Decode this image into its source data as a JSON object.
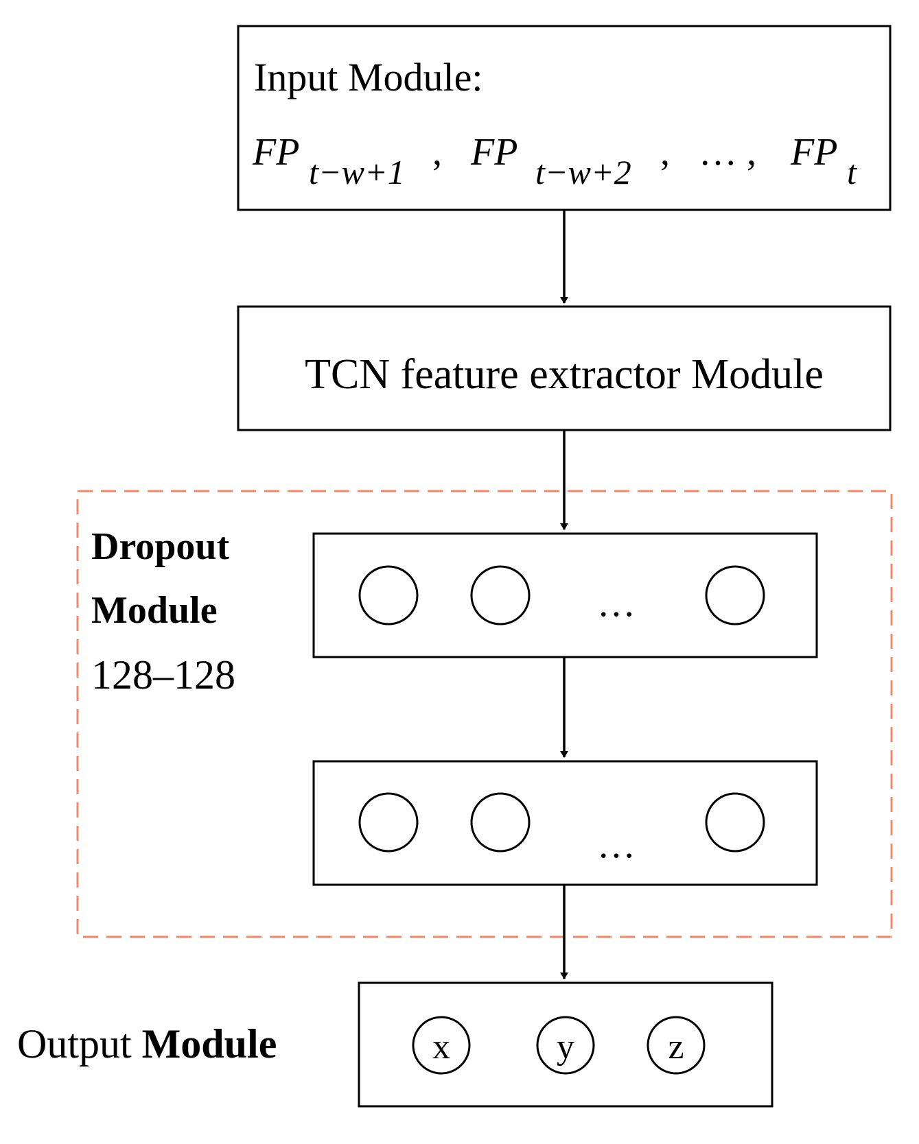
{
  "colors": {
    "dropout_border": "#f4876a",
    "line": "#000000"
  },
  "input_module": {
    "title": "Input Module:",
    "seq_1_base": "FP",
    "seq_1_sub": "t−w+1",
    "seq_2_base": "FP",
    "seq_2_sub": "t−w+2",
    "seq_ellipsis": "… ,",
    "seq_last_base": "FP",
    "seq_last_sub": "t",
    "separator": ","
  },
  "tcn_module": {
    "label": "TCN feature extractor Module"
  },
  "dropout_module": {
    "label_line1": "Dropout",
    "label_line2": "Module",
    "label_line3": "128–128",
    "layer_ellipsis": "…"
  },
  "output_module": {
    "label_regular": "Output",
    "label_bold": "Module",
    "nodes": [
      "x",
      "y",
      "z"
    ]
  }
}
